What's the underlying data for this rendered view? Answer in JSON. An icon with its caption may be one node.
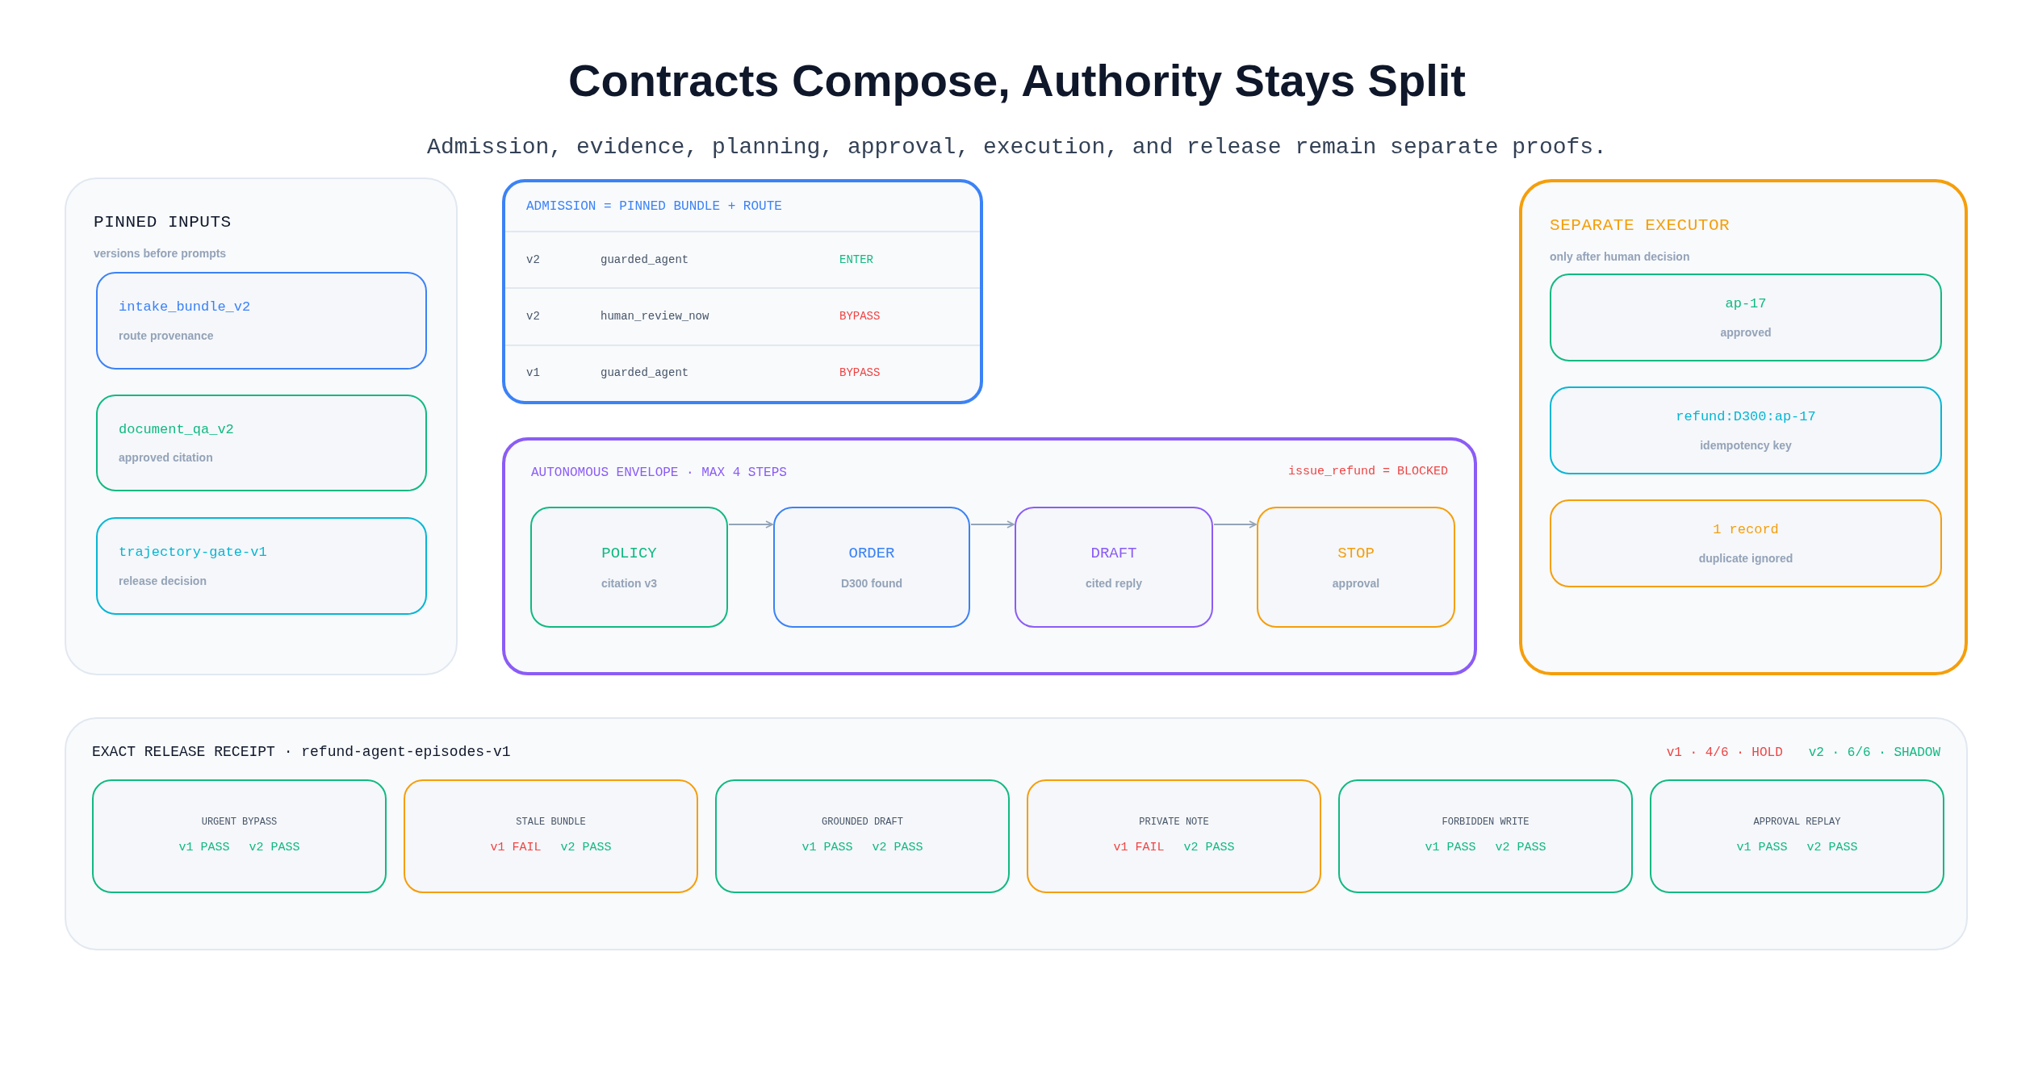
{
  "diagram": {
    "title": "Contracts Compose, Authority Stays Split",
    "nodes": [
      {
        "text": [
          "PINNED INPUTS",
          "versions before prompts"
        ]
      },
      {
        "text": [
          "intake_bundle_v2",
          "route provenance"
        ],
        "in": 0
      },
      {
        "text": [
          "document_qa_v2",
          "approved citation"
        ],
        "in": 0
      },
      {
        "text": [
          "trajectory-gate-v1",
          "release decision"
        ],
        "in": 0
      },
      {
        "text": [
          "ADMISSION = PINNED BUNDLE + ROUTE"
        ]
      },
      {
        "text": [
          "AUTONOMOUS ENVELOPE · MAX 4 STEPS",
          "issue_refund = BLOCKED"
        ]
      },
      {
        "text": [
          "POLICY",
          "citation v3"
        ],
        "in": 5
      },
      {
        "text": [
          "ORDER",
          "D300 found"
        ],
        "in": 5
      },
      {
        "text": [
          "DRAFT",
          "cited reply"
        ],
        "in": 5
      },
      {
        "text": [
          "STOP",
          "approval"
        ],
        "in": 5
      },
      {
        "text": [
          "SEPARATE EXECUTOR",
          "only after human decision"
        ]
      },
      {
        "text": [
          "ap-17",
          "approved"
        ],
        "in": 10
      },
      {
        "text": [
          "refund:D300:ap-17",
          "idempotency key"
        ],
        "in": 10
      },
      {
        "text": [
          "1 record",
          "duplicate ignored"
        ],
        "in": 10
      },
      {
        "text": [
          "EXACT RELEASE RECEIPT · refund-agent-episodes-v1",
          "v1 · 4/6 · HOLD",
          "v2 · 6/6 · SHADOW"
        ]
      },
      {
        "text": [
          "URGENT BYPASS",
          "v1 PASS",
          "v2 PASS"
        ],
        "in": 14
      },
      {
        "text": [
          "STALE BUNDLE",
          "v1 FAIL",
          "v2 PASS"
        ],
        "in": 14
      },
      {
        "text": [
          "GROUNDED DRAFT",
          "v1 PASS",
          "v2 PASS"
        ],
        "in": 14
      },
      {
        "text": [
          "PRIVATE NOTE",
          "v1 FAIL",
          "v2 PASS"
        ],
        "in": 14
      },
      {
        "text": [
          "FORBIDDEN WRITE",
          "v1 PASS",
          "v2 PASS"
        ],
        "in": 14
      },
      {
        "text": [
          "APPROVAL REPLAY",
          "v1 PASS",
          "v2 PASS"
        ],
        "in": 14
      }
    ],
    "edges": [
      {
        "from": 6,
        "to": 7,
        "arrow": "to"
      },
      {
        "from": 7,
        "to": 8,
        "arrow": "to"
      },
      {
        "from": 8,
        "to": 9,
        "arrow": "to"
      }
    ],
    "labels": [
      "Admission, evidence, planning, approval, execution, and release remain separate proofs.",
      "v2",
      "guarded_agent",
      "ENTER",
      "v2",
      "human_review_now",
      "BYPASS",
      "v1",
      "guarded_agent",
      "BYPASS"
    ]
  }
}
